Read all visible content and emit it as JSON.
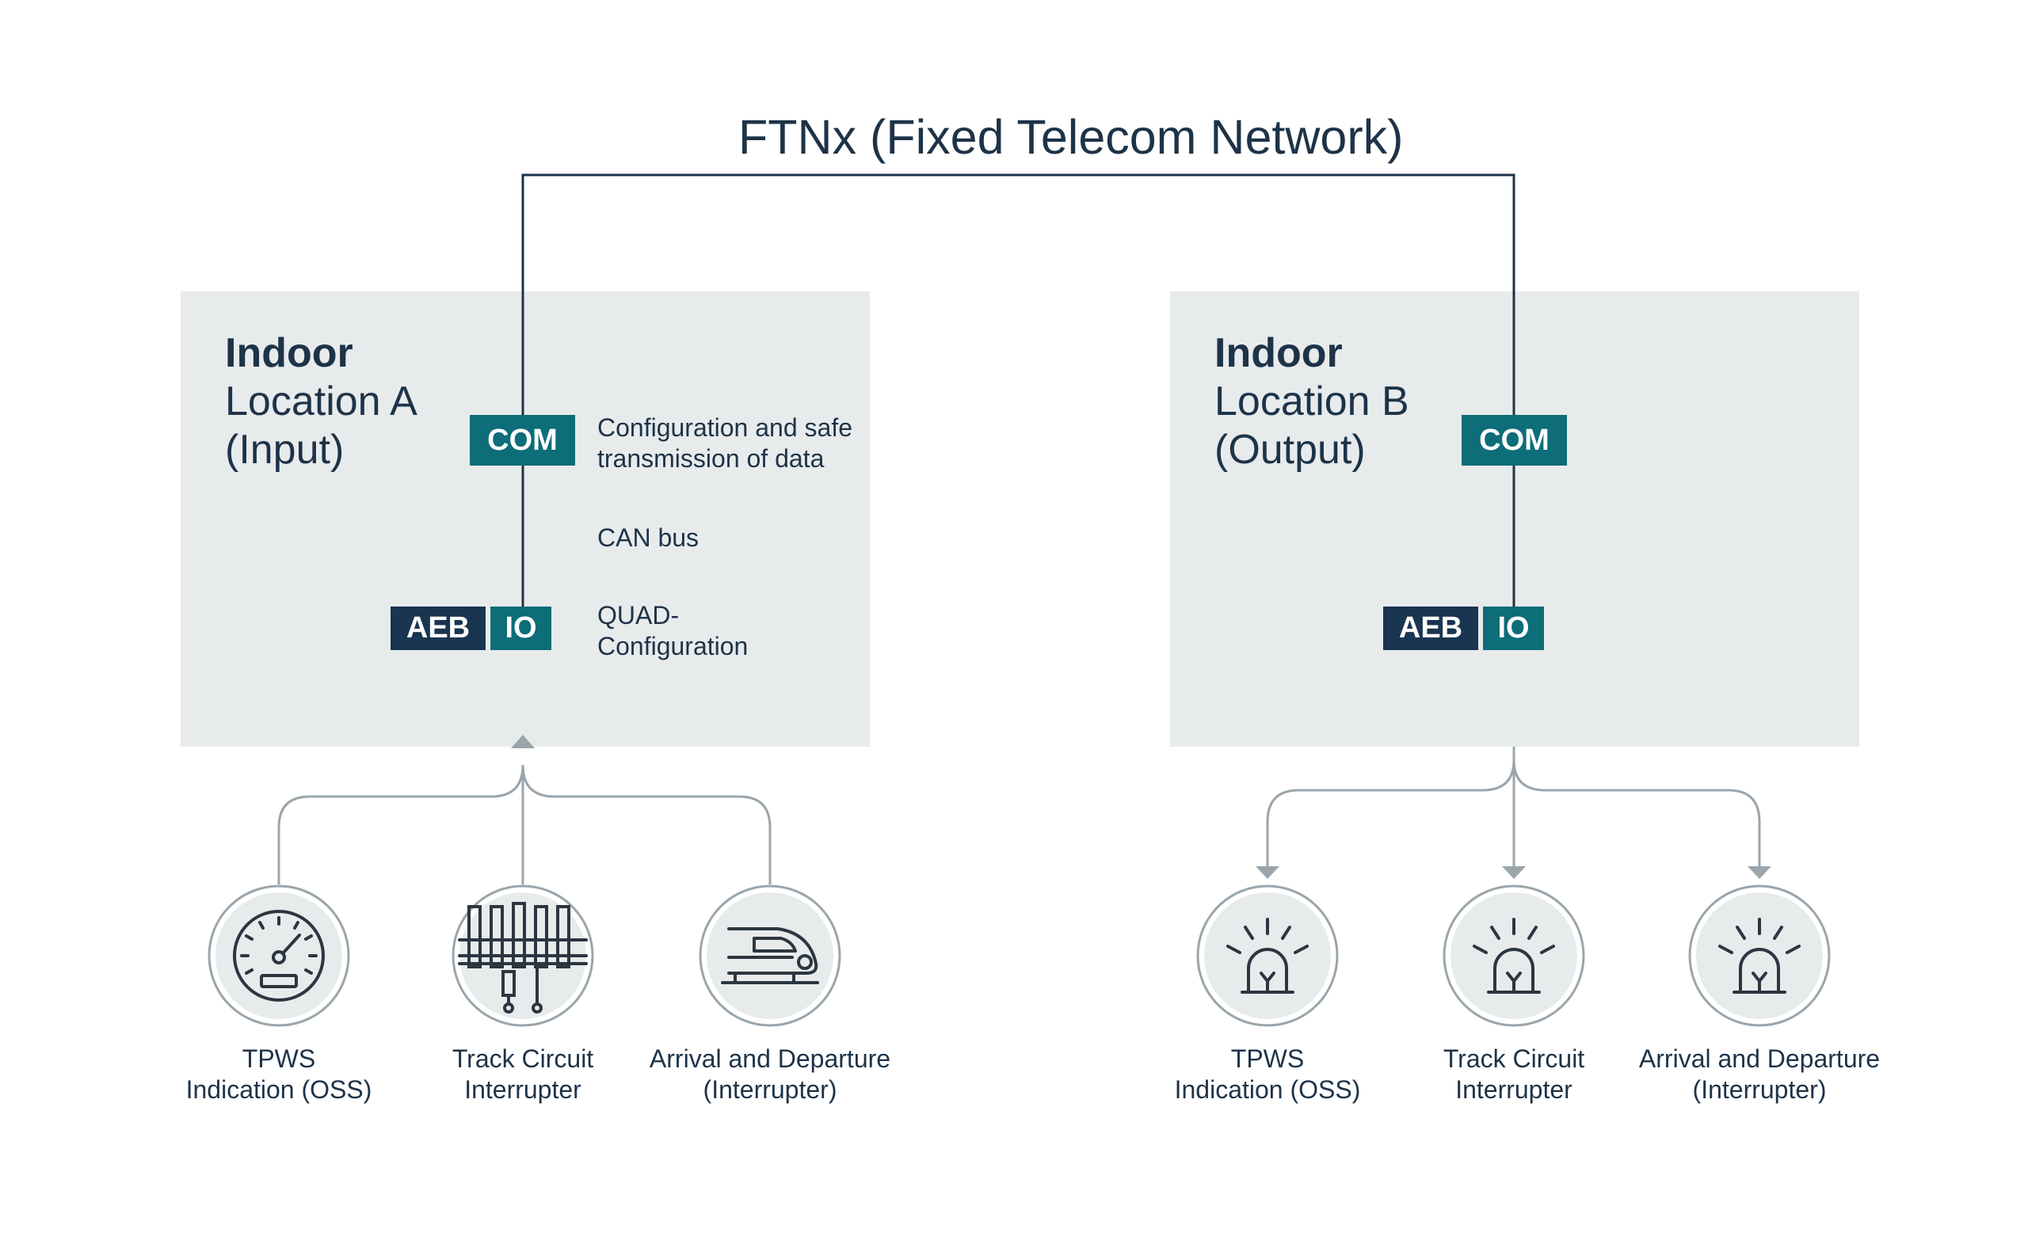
{
  "network": {
    "title": "FTNx (Fixed Telecom Network)"
  },
  "location_a": {
    "heading": "Indoor",
    "line1": "Location A",
    "line2": "(Input)",
    "com_label": "COM",
    "aeb_label": "AEB",
    "io_label": "IO",
    "note_com_1": "Configuration and safe",
    "note_com_2": "transmission of data",
    "note_bus": "CAN bus",
    "note_quad_1": "QUAD-",
    "note_quad_2": "Configuration",
    "devices": [
      {
        "line1": "TPWS",
        "line2": "Indication (OSS)",
        "icon": "speedometer-icon"
      },
      {
        "line1": "Track Circuit",
        "line2": "Interrupter",
        "icon": "track-circuit-icon"
      },
      {
        "line1": "Arrival and Departure",
        "line2": "(Interrupter)",
        "icon": "train-icon"
      }
    ]
  },
  "location_b": {
    "heading": "Indoor",
    "line1": "Location B",
    "line2": "(Output)",
    "com_label": "COM",
    "aeb_label": "AEB",
    "io_label": "IO",
    "devices": [
      {
        "line1": "TPWS",
        "line2": "Indication (OSS)",
        "icon": "signal-lamp-icon"
      },
      {
        "line1": "Track Circuit",
        "line2": "Interrupter",
        "icon": "signal-lamp-icon"
      },
      {
        "line1": "Arrival and Departure",
        "line2": "(Interrupter)",
        "icon": "signal-lamp-icon"
      }
    ]
  },
  "colors": {
    "teal": "#0d6d78",
    "navy": "#1a3550",
    "panel": "#e8ebec",
    "wire_gray": "#9aa5ac",
    "text": "#1d3348"
  }
}
